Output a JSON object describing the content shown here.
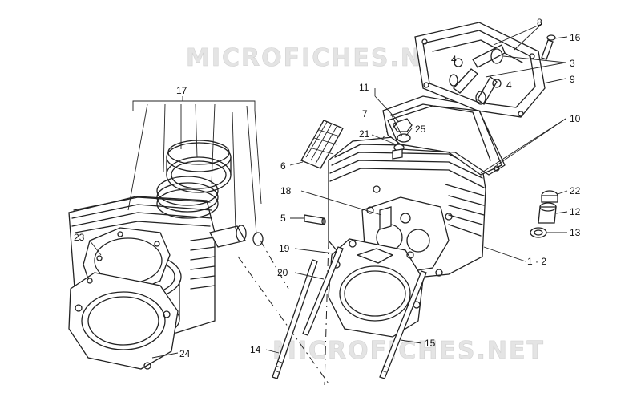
{
  "watermark": {
    "top": "MICROFICHES.NET",
    "bottom": "MICROFICHES.NET"
  },
  "callouts": {
    "c1_2": "1 · 2",
    "c3": "3",
    "c4a": "4",
    "c4b": "4",
    "c5": "5",
    "c6": "6",
    "c7": "7",
    "c8": "8",
    "c9": "9",
    "c10": "10",
    "c11": "11",
    "c12": "12",
    "c13": "13",
    "c14": "14",
    "c15": "15",
    "c16": "16",
    "c17": "17",
    "c18": "18",
    "c19": "19",
    "c20": "20",
    "c21": "21",
    "c22": "22",
    "c23": "23",
    "c24": "24",
    "c25": "25"
  }
}
